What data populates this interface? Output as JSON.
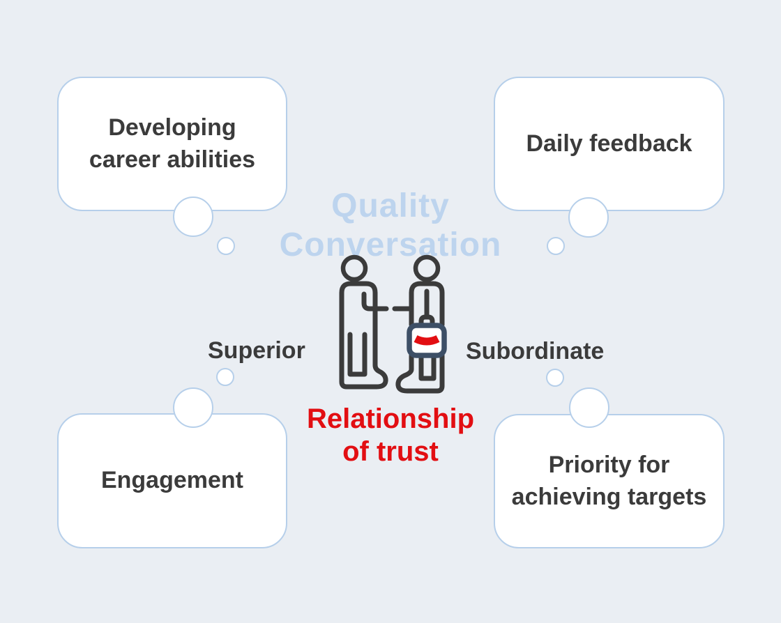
{
  "title": {
    "line1": "Quality",
    "line2": "Conversation"
  },
  "roles": {
    "left": "Superior",
    "right": "Subordinate"
  },
  "relationship": {
    "line1": "Relationship",
    "line2": "of trust"
  },
  "bubbles": {
    "top_left": {
      "line1": "Developing",
      "line2": "career abilities"
    },
    "top_right": {
      "line1": "Daily feedback",
      "line2": ""
    },
    "bottom_left": {
      "line1": "Engagement",
      "line2": ""
    },
    "bottom_right": {
      "line1": "Priority for",
      "line2": "achieving targets"
    }
  },
  "icon": {
    "name": "superior-subordinate-conversation-icon"
  },
  "colors": {
    "background": "#eaeef3",
    "bubble_fill": "#ffffff",
    "bubble_border": "#b6cfea",
    "text_dark": "#3b3b3b",
    "accent_blue": "#bdd4ee",
    "accent_red": "#e20e12",
    "briefcase_navy": "#3d4f66"
  }
}
